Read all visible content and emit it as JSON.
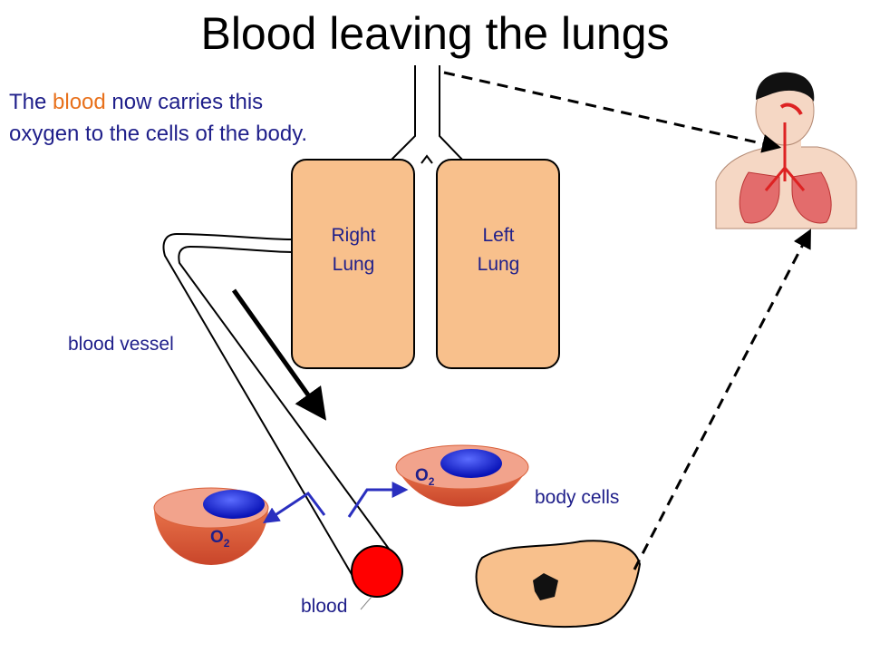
{
  "title": "Blood leaving the lungs",
  "caption": {
    "pre": "The ",
    "highlight": "blood",
    "post": " now carries this oxygen to the cells of the body."
  },
  "lungs": {
    "right": {
      "line1": "Right",
      "line2": "Lung"
    },
    "left": {
      "line1": "Left",
      "line2": "Lung"
    }
  },
  "labels": {
    "blood_vessel": "blood vessel",
    "body_cells": "body cells",
    "blood": "blood"
  },
  "oxygen": {
    "symbol": "O",
    "subscript": "2"
  },
  "colors": {
    "text": "#1f1f8a",
    "highlight": "#e8711c",
    "lung_fill": "#f8c08c",
    "blood": "#ff0000",
    "nucleus": "#0000cc",
    "cytoplasm": "#f2a38c",
    "cell_shell": "#e0683a"
  }
}
